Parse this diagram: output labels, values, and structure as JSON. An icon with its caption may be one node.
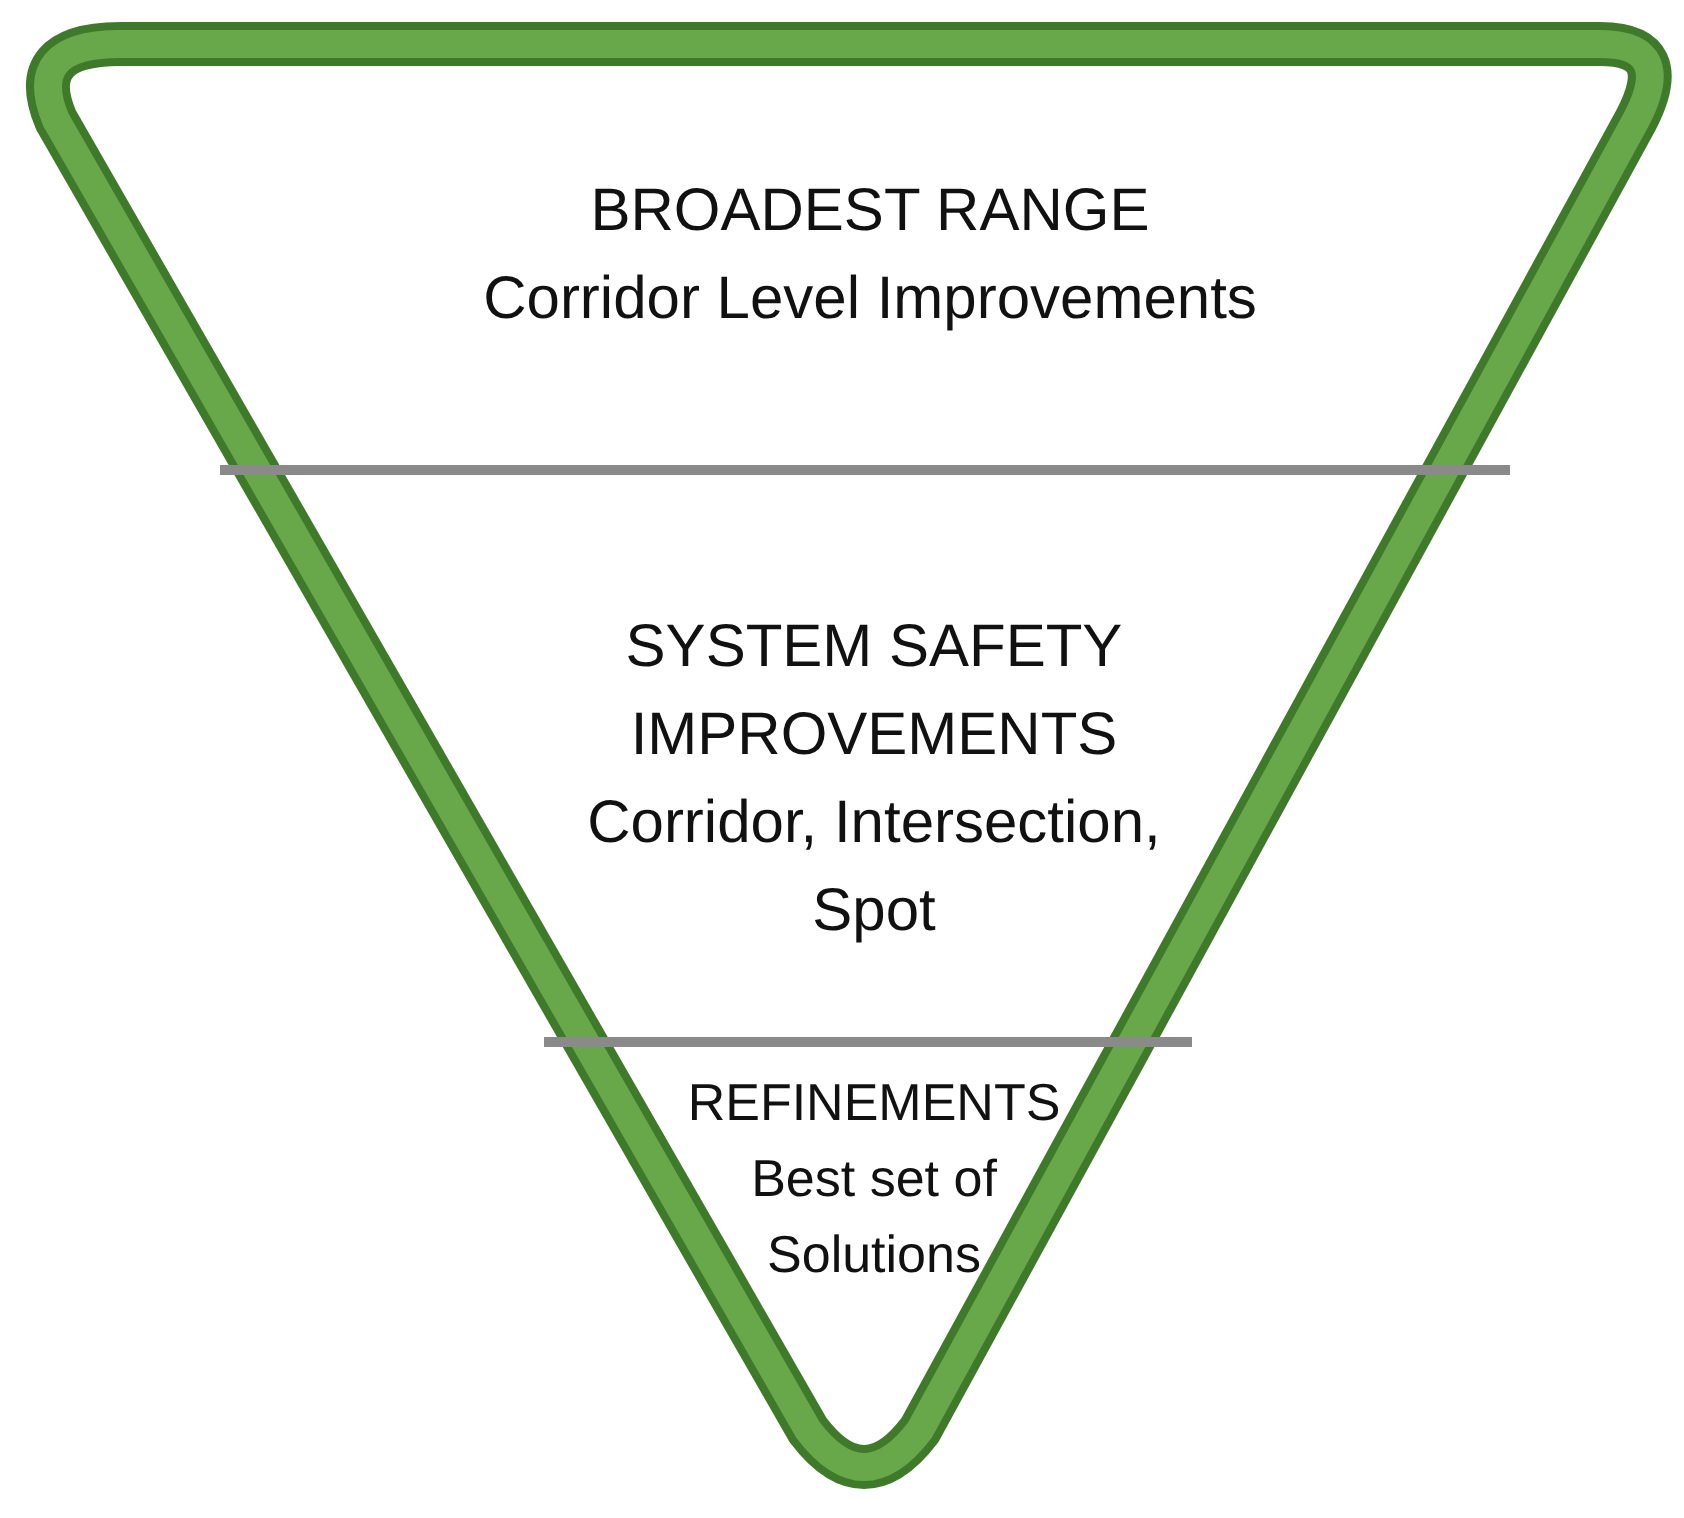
{
  "diagram": {
    "nodes": [
      {
        "text": [
          "BROADEST RANGE",
          "Corridor Level Improvements"
        ]
      },
      {
        "text": [
          "SYSTEM SAFETY IMPROVEMENTS",
          "Corridor, Intersection, Spot"
        ]
      },
      {
        "text": [
          "REFINEMENTS",
          "Best set of Solutions"
        ]
      }
    ]
  }
}
